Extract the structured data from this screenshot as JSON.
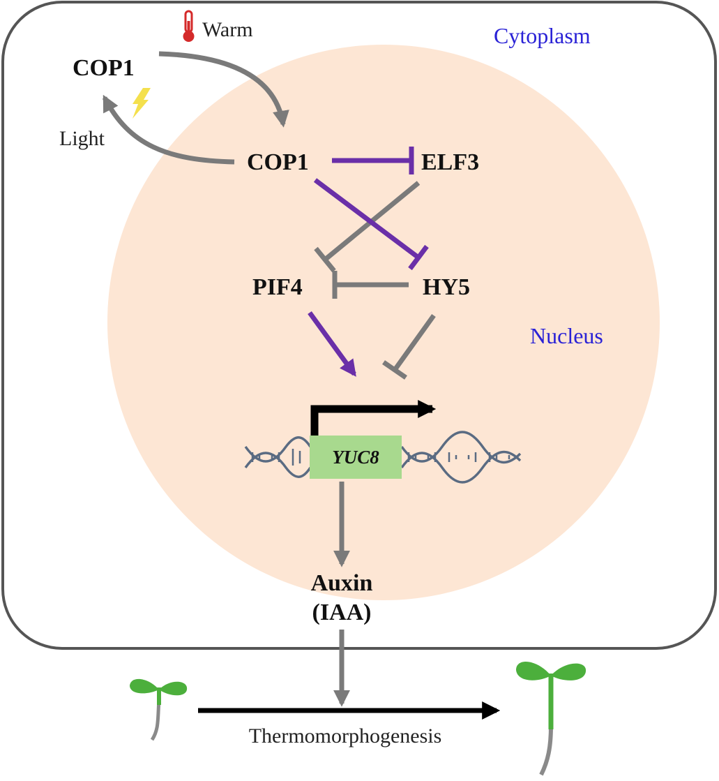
{
  "compartments": {
    "cytoplasm": "Cytoplasm",
    "nucleus": "Nucleus"
  },
  "stimuli": {
    "warm": "Warm",
    "light": "Light"
  },
  "nodes": {
    "cop1_cytoplasm": "COP1",
    "cop1_nucleus": "COP1",
    "elf3": "ELF3",
    "pif4": "PIF4",
    "hy5": "HY5",
    "yuc8": "YUC8",
    "auxin_line1": "Auxin",
    "auxin_line2": "(IAA)"
  },
  "outcome": "Thermomorphogenesis",
  "colors": {
    "cell_border": "#555555",
    "nucleus_fill": "#fde6d4",
    "gray_arrow": "#7a7a7a",
    "purple_inhibit": "#6a2fa8",
    "gene_box": "#a8d98e",
    "dna": "#5a6b82",
    "blue_text": "#2a22d6",
    "seedling_green": "#4caf3c"
  }
}
